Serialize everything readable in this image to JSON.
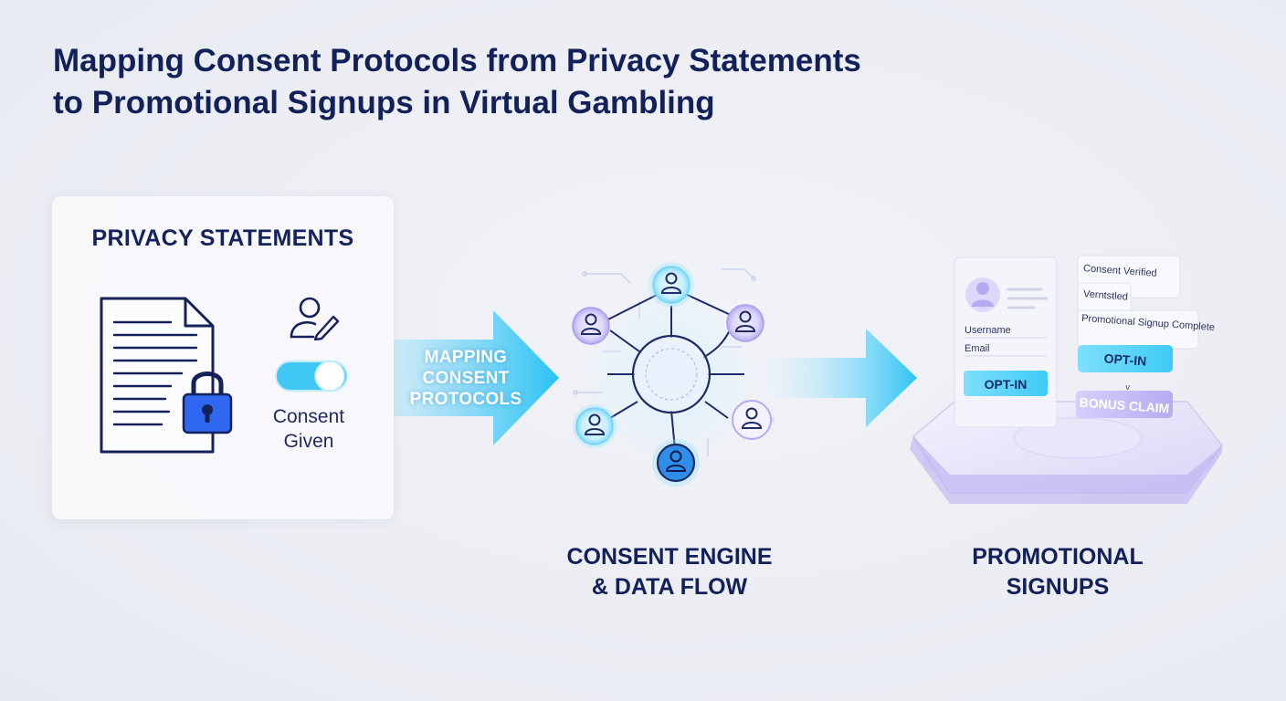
{
  "title": {
    "line1": "Mapping Consent Protocols from Privacy Statements",
    "line2": "to Promotional Signups in Virtual Gambling"
  },
  "privacy_panel": {
    "title": "PRIVACY STATEMENTS",
    "consent_line1": "Consent",
    "consent_line2": "Given",
    "icons": [
      "document-icon",
      "padlock-icon",
      "user-signature-icon",
      "toggle-switch"
    ]
  },
  "mapping_arrow": {
    "line1": "MAPPING",
    "line2": "CONSENT",
    "line3": "PROTOCOLS"
  },
  "consent_engine": {
    "line1": "CONSENT ENGINE",
    "line2": "& DATA FLOW",
    "node_count": 6,
    "icons": [
      "user-node-icon",
      "hub-circle"
    ]
  },
  "promo": {
    "caption_line1": "PROMOTIONAL",
    "caption_line2": "SIGNUPS",
    "form": {
      "username_label": "Username",
      "email_label": "Email",
      "optin_button": "OPT-IN"
    },
    "status_chips": {
      "chip1": "Consent Verified",
      "chip2": "Verntstled",
      "chip3": "Promotional Signup Complete"
    },
    "optin_button": "OPT-IN",
    "bonus_button": "BONUS CLAIM"
  },
  "colors": {
    "navy": "#13215a",
    "cyan": "#34c8f5",
    "lavender": "#b9b2f0",
    "lock_blue": "#2f67f0"
  }
}
